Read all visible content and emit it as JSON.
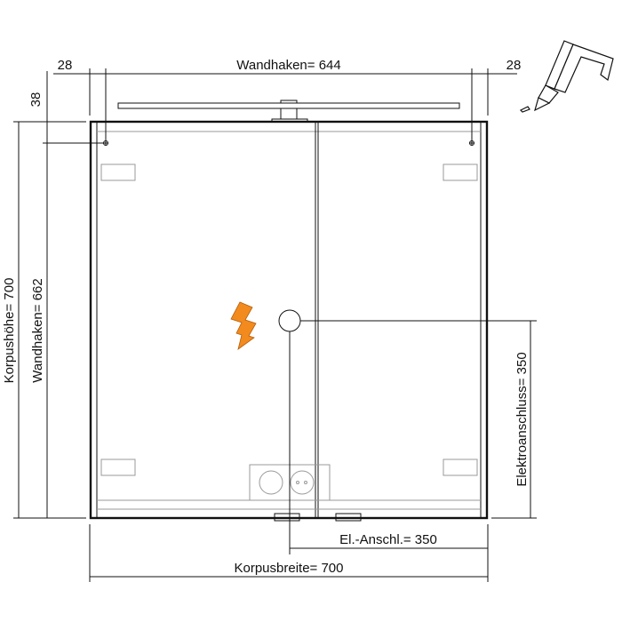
{
  "dimensions": {
    "left_offset": "28",
    "right_offset": "28",
    "wall_hook_width": "Wandhaken=  644",
    "top_offset": "38",
    "body_height": "Korpushöhe=  700",
    "wall_hook_height": "Wandhaken=  662",
    "electrical_height": "Elektroanschluss=  350",
    "electrical_horizontal": "El.-Anschl.=  350",
    "body_width": "Korpusbreite=  700"
  },
  "icons": {
    "drill": "drill-icon",
    "lightning": "lightning-icon",
    "accent_color": "#f28a1e"
  }
}
